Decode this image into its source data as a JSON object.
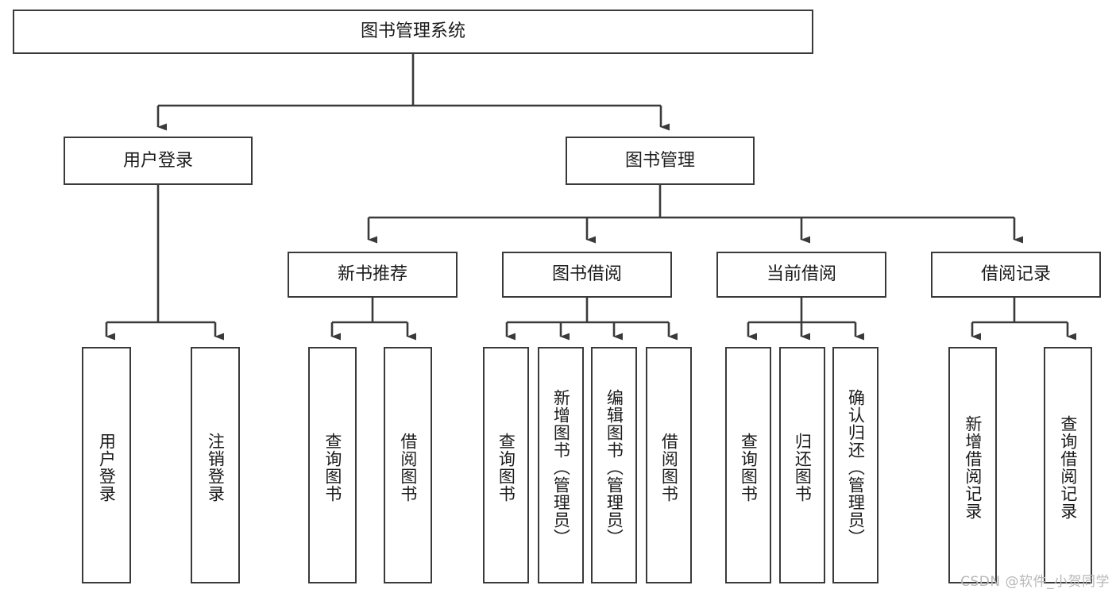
{
  "diagram": {
    "title": "图书管理系统",
    "watermark": "CSDN @软件_小贺同学",
    "colors": {
      "background": "#ffffff",
      "border": "#3a3a3a",
      "line": "#3a3a3a",
      "text": "#1b1b1b",
      "watermark": "#b7b7b7"
    },
    "nodes": {
      "root": {
        "label": "图书管理系统",
        "orientation": "horizontal"
      },
      "level1": [
        {
          "label": "用户登录",
          "orientation": "horizontal"
        },
        {
          "label": "图书管理",
          "orientation": "horizontal"
        }
      ],
      "level2": [
        {
          "label": "新书推荐",
          "orientation": "horizontal"
        },
        {
          "label": "图书借阅",
          "orientation": "horizontal"
        },
        {
          "label": "当前借阅",
          "orientation": "horizontal"
        },
        {
          "label": "借阅记录",
          "orientation": "horizontal"
        }
      ],
      "leaves_user_login": [
        {
          "label": "用户登录",
          "orientation": "vertical"
        },
        {
          "label": "注销登录",
          "orientation": "vertical"
        }
      ],
      "leaves_new_book": [
        {
          "label": "查询图书",
          "orientation": "vertical"
        },
        {
          "label": "借阅图书",
          "orientation": "vertical"
        }
      ],
      "leaves_borrow": [
        {
          "label": "查询图书",
          "orientation": "vertical"
        },
        {
          "label": "新增图书（管理员）",
          "orientation": "vertical"
        },
        {
          "label": "编辑图书（管理员）",
          "orientation": "vertical"
        },
        {
          "label": "借阅图书",
          "orientation": "vertical"
        }
      ],
      "leaves_current": [
        {
          "label": "查询图书",
          "orientation": "vertical"
        },
        {
          "label": "归还图书",
          "orientation": "vertical"
        },
        {
          "label": "确认归还（管理员）",
          "orientation": "vertical"
        }
      ],
      "leaves_record": [
        {
          "label": "新增借阅记录",
          "orientation": "vertical"
        },
        {
          "label": "查询借阅记录",
          "orientation": "vertical"
        }
      ]
    }
  },
  "chart_data": {
    "type": "tree-diagram",
    "title": "图书管理系统",
    "root": "图书管理系统",
    "edges": [
      [
        "图书管理系统",
        "用户登录"
      ],
      [
        "图书管理系统",
        "图书管理"
      ],
      [
        "用户登录",
        "用户登录"
      ],
      [
        "用户登录",
        "注销登录"
      ],
      [
        "图书管理",
        "新书推荐"
      ],
      [
        "图书管理",
        "图书借阅"
      ],
      [
        "图书管理",
        "当前借阅"
      ],
      [
        "图书管理",
        "借阅记录"
      ],
      [
        "新书推荐",
        "查询图书"
      ],
      [
        "新书推荐",
        "借阅图书"
      ],
      [
        "图书借阅",
        "查询图书"
      ],
      [
        "图书借阅",
        "新增图书（管理员）"
      ],
      [
        "图书借阅",
        "编辑图书（管理员）"
      ],
      [
        "图书借阅",
        "借阅图书"
      ],
      [
        "当前借阅",
        "查询图书"
      ],
      [
        "当前借阅",
        "归还图书"
      ],
      [
        "当前借阅",
        "确认归还（管理员）"
      ],
      [
        "借阅记录",
        "新增借阅记录"
      ],
      [
        "借阅记录",
        "查询借阅记录"
      ]
    ],
    "levels": 4,
    "node_count": 20
  }
}
